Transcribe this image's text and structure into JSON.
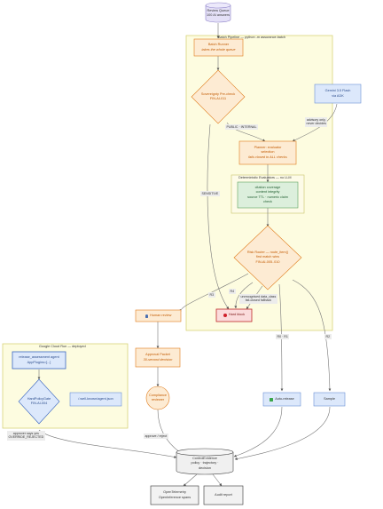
{
  "groups": {
    "batch_pipeline": "Batch Pipeline — python -m assurance.batch",
    "deterministic": "Deterministic Evaluators — no LLM",
    "cloud_run": "Google Cloud Run — deployed"
  },
  "nodes": {
    "review_queue": [
      "Review Queue",
      "100 AI answers"
    ],
    "batch_runner": [
      "Batch Runner",
      "takes the whole queue"
    ],
    "sovereignty": [
      "Sovereignty Pre-check",
      "FIN-AI-011"
    ],
    "gemini": [
      "Gemini 3.5 Flash",
      "via ADK"
    ],
    "planner": [
      "Planner: evaluator",
      "selection",
      "fails closed to ALL checks"
    ],
    "evaluators": [
      "citation coverage",
      "content integrity",
      "source TTL · numeric claim",
      "check"
    ],
    "risk_router": [
      "Risk Router — route_item()",
      "first match wins",
      "FIN-AI-005..010"
    ],
    "hard_block": "Hard block",
    "human_review": "Human review",
    "approval_packet": [
      "Approval Packet",
      "30-second decision"
    ],
    "compliance": [
      "Compliance",
      "reviewer"
    ],
    "auto_release": "Auto-release",
    "sample": "Sample",
    "release_agent": [
      "release_assessment agent",
      "AppPlugins=[...]"
    ],
    "hard_policy": [
      "HardPolicyGate",
      "FIN-AI-004"
    ],
    "agent_json": "/.well-known/agent.json",
    "control_evidence": [
      "ControlEvidence",
      "policy · trajectory ·",
      "decision"
    ],
    "otel": [
      "OpenTelemetry",
      "OpenInference spans"
    ],
    "audit": "Audit report"
  },
  "edge_labels": {
    "public_internal": "PUBLIC · INTERNAL",
    "advisory": [
      "advisory only,",
      "never decides"
    ],
    "sensitive": "SENSITIVE",
    "r3": "R3",
    "r4": "R4",
    "unrecognised": [
      "unrecognised data_class",
      "fail-closed fallback"
    ],
    "r0_r1": "R0 · R1",
    "r2": "R2",
    "override": [
      "approver says yes",
      "OVERRIDE_REJECTED"
    ],
    "approve_reject": "approve / reject"
  },
  "icons": {
    "hard_block": "no-entry-icon",
    "human_review": "person-icon",
    "auto_release": "check-icon"
  },
  "colors": {
    "orange_fill": "#fdebd3",
    "orange_stroke": "#e07b1a",
    "yellow_group": "#fdfce0",
    "blue_fill": "#dce8fb",
    "green_fill": "#dcefdc",
    "red_fill": "#fbdcdc",
    "queue_fill": "#e4e0f7"
  }
}
